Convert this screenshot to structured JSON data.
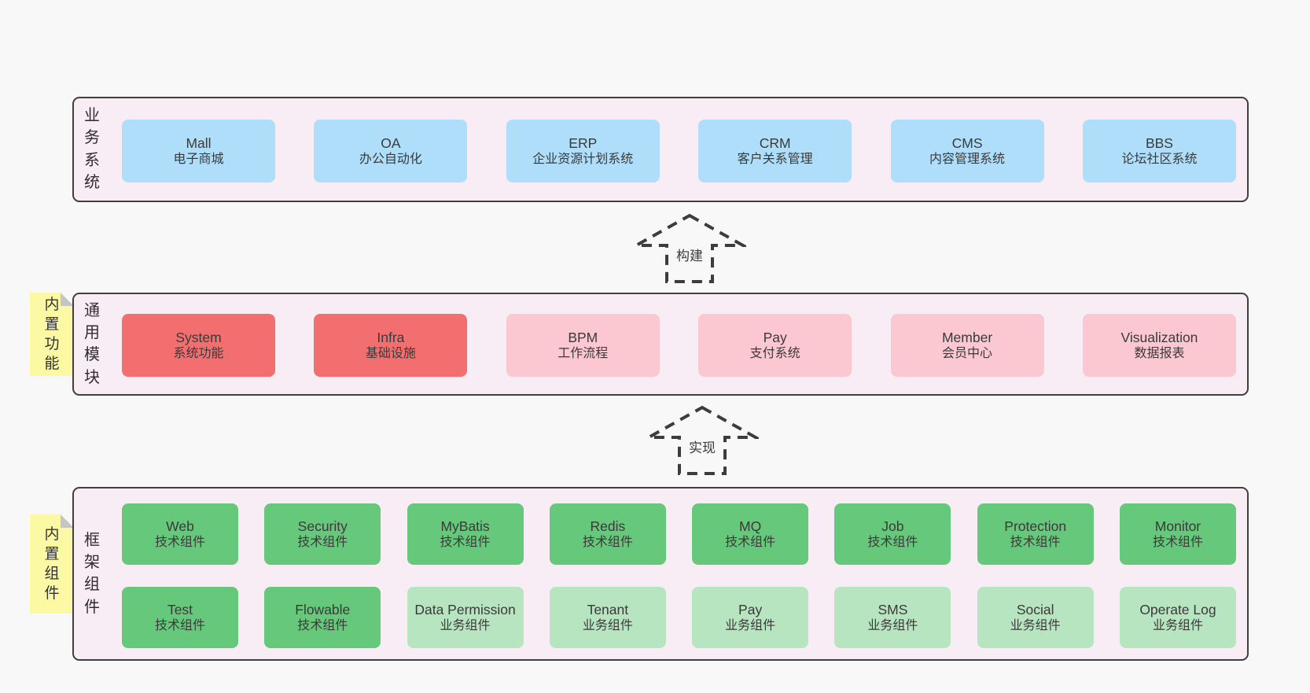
{
  "colors": {
    "page_background": "#f8f8f8",
    "band_background": "#f8ecf5",
    "band_border": "#3f3f3f",
    "blue_card": "#aedefa",
    "red_card": "#f36e6e",
    "pink_card": "#fbc7d0",
    "green_dark_card": "#66c87a",
    "green_light_card": "#b7e5c0",
    "sticky_note": "#fbf9a3",
    "sticky_fold": "#c5c5c5",
    "text": "#3a3a3a"
  },
  "bands": {
    "business": {
      "label": "业务系统",
      "items": [
        {
          "en": "Mall",
          "zh": "电子商城"
        },
        {
          "en": "OA",
          "zh": "办公自动化"
        },
        {
          "en": "ERP",
          "zh": "企业资源计划系统"
        },
        {
          "en": "CRM",
          "zh": "客户关系管理"
        },
        {
          "en": "CMS",
          "zh": "内容管理系统"
        },
        {
          "en": "BBS",
          "zh": "论坛社区系统"
        }
      ]
    },
    "modules": {
      "label": "通用模块",
      "sticky": "内置功能",
      "items": [
        {
          "en": "System",
          "zh": "系统功能",
          "variant": "red"
        },
        {
          "en": "Infra",
          "zh": "基础设施",
          "variant": "red"
        },
        {
          "en": "BPM",
          "zh": "工作流程",
          "variant": "pink"
        },
        {
          "en": "Pay",
          "zh": "支付系统",
          "variant": "pink"
        },
        {
          "en": "Member",
          "zh": "会员中心",
          "variant": "pink"
        },
        {
          "en": "Visualization",
          "zh": "数据报表",
          "variant": "pink"
        }
      ]
    },
    "components": {
      "label": "框架组件",
      "sticky": "内置组件",
      "row1": [
        {
          "en": "Web",
          "zh": "技术组件",
          "variant": "green-dark"
        },
        {
          "en": "Security",
          "zh": "技术组件",
          "variant": "green-dark"
        },
        {
          "en": "MyBatis",
          "zh": "技术组件",
          "variant": "green-dark"
        },
        {
          "en": "Redis",
          "zh": "技术组件",
          "variant": "green-dark"
        },
        {
          "en": "MQ",
          "zh": "技术组件",
          "variant": "green-dark"
        },
        {
          "en": "Job",
          "zh": "技术组件",
          "variant": "green-dark"
        },
        {
          "en": "Protection",
          "zh": "技术组件",
          "variant": "green-dark"
        },
        {
          "en": "Monitor",
          "zh": "技术组件",
          "variant": "green-dark"
        }
      ],
      "row2": [
        {
          "en": "Test",
          "zh": "技术组件",
          "variant": "green-dark"
        },
        {
          "en": "Flowable",
          "zh": "技术组件",
          "variant": "green-dark"
        },
        {
          "en": "Data Permission",
          "zh": "业务组件",
          "variant": "green-light"
        },
        {
          "en": "Tenant",
          "zh": "业务组件",
          "variant": "green-light"
        },
        {
          "en": "Pay",
          "zh": "业务组件",
          "variant": "green-light"
        },
        {
          "en": "SMS",
          "zh": "业务组件",
          "variant": "green-light"
        },
        {
          "en": "Social",
          "zh": "业务组件",
          "variant": "green-light"
        },
        {
          "en": "Operate Log",
          "zh": "业务组件",
          "variant": "green-light"
        }
      ]
    }
  },
  "arrows": [
    {
      "label": "构建"
    },
    {
      "label": "实现"
    }
  ]
}
